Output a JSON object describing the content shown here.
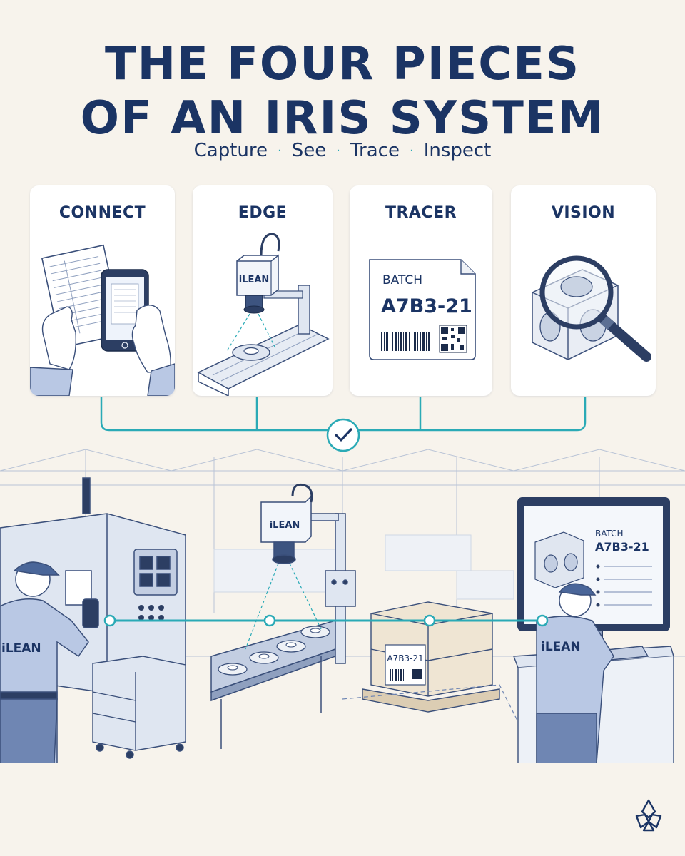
{
  "title": {
    "line1": "THE FOUR PIECES",
    "line2": "OF AN IRIS SYSTEM"
  },
  "subtitle": {
    "items": [
      "Capture",
      "See",
      "Trace",
      "Inspect"
    ],
    "separator": "·"
  },
  "cards": [
    {
      "label": "CONNECT",
      "icon": "phone-form-icon"
    },
    {
      "label": "EDGE",
      "icon": "camera-conveyor-icon",
      "brand": "iLEAN"
    },
    {
      "label": "TRACER",
      "icon": "batch-label-icon",
      "batch_label": "BATCH",
      "batch_code": "A7B3-21"
    },
    {
      "label": "VISION",
      "icon": "magnifier-part-icon"
    }
  ],
  "scene": {
    "worker_left_brand": "iLEAN",
    "camera_brand": "iLEAN",
    "pallet_code": "A7B3-21",
    "monitor_batch_label": "BATCH",
    "monitor_batch_code": "A7B3-21",
    "worker_right_brand": "iLEAN"
  },
  "colors": {
    "navy": "#1b3464",
    "teal": "#2aaab6",
    "background": "#f7f3ec"
  }
}
